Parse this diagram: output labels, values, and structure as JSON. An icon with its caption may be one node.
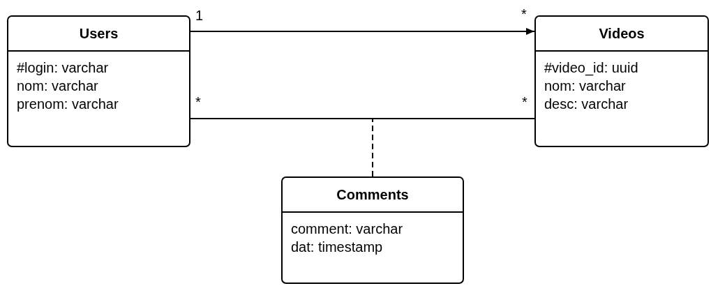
{
  "diagram": {
    "nodes": [
      {
        "text": [
          "Users",
          "#login: varchar",
          "nom: varchar",
          "prenom: varchar"
        ]
      },
      {
        "text": [
          "Videos",
          "#video_id: uuid",
          "nom: varchar",
          "desc: varchar"
        ]
      },
      {
        "text": [
          "Comments",
          "comment: varchar",
          "dat: timestamp"
        ]
      }
    ],
    "edges": [
      {
        "from": 0,
        "to": 1,
        "arrow": "to"
      },
      {
        "from": 0,
        "to": 1,
        "arrow": "none"
      },
      {
        "from": 2,
        "to": null,
        "arrow": "none",
        "style": "dashed"
      }
    ],
    "labels": [
      "1",
      "*",
      "*",
      "*"
    ]
  }
}
